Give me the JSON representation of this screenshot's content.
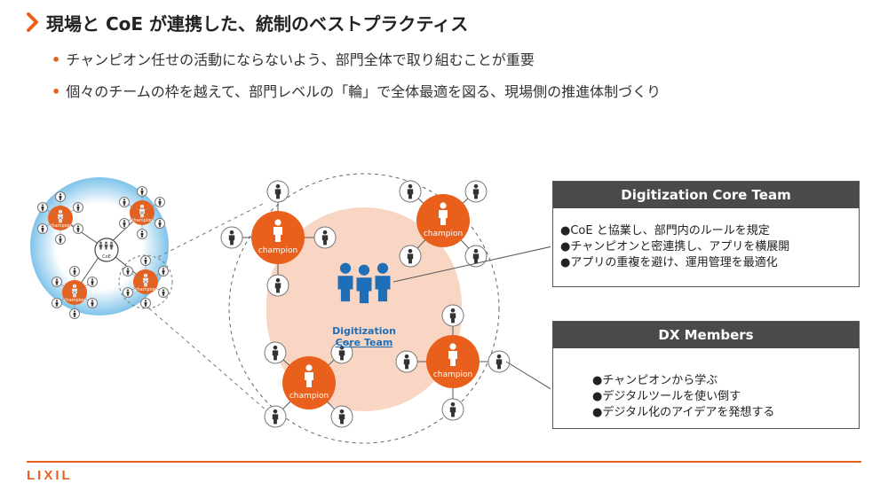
{
  "slide": {
    "title": "現場と CoE が連携した、統制のベストプラクティス",
    "bullets": [
      "チャンピオン任せの活動にならないよう、部門全体で取り組むことが重要",
      "個々のチームの枠を越えて、部門レベルの「輪」で全体最適を図る、現場側の推進体制づくり"
    ],
    "bullet_marker": "•",
    "logo": "LIXIL"
  },
  "diagram": {
    "core_label_line1": "Digitization",
    "core_label_line2": "Core Team",
    "champion_label": "champion",
    "coe_label": "CoE"
  },
  "boxes": {
    "core_team": {
      "header": "Digitization Core Team",
      "items": [
        "●CoE と協業し、部門内のルールを規定",
        "●チャンピオンと密連携し、アプリを横展開",
        "●アプリの重複を避け、運用管理を最適化"
      ]
    },
    "dx_members": {
      "header": "DX Members",
      "items": [
        "●チャンピオンから学ぶ",
        "●デジタルツールを使い倒す",
        "●デジタル化のアイデアを発想する"
      ]
    }
  },
  "colors": {
    "accent": "#e8601c",
    "core_blue": "#1e6fb8",
    "peach": "#f9d6c4",
    "box_header": "#4a4a4a"
  }
}
